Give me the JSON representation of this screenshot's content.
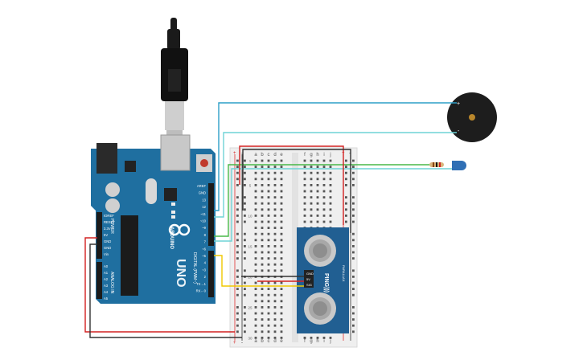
{
  "arduino": {
    "brand": "ARDUINO",
    "model": "UNO",
    "on_label": "ON",
    "tx_label": "TX",
    "rx_label": "RX",
    "l_label": "L",
    "digital_header": [
      "AREF",
      "GND",
      "13",
      "12",
      "~11",
      "~10",
      "~9",
      "8",
      "7",
      "~6",
      "~5",
      "4",
      "~3",
      "2",
      "TX→1",
      "RX←0"
    ],
    "power_header": [
      "IOREF",
      "RESET",
      "3.3V",
      "5V",
      "GND",
      "GND",
      "Vin"
    ],
    "analog_header": [
      "A0",
      "A1",
      "A2",
      "A3",
      "A4",
      "A5"
    ],
    "analog_in_label": "ANALOG IN",
    "power_label": "POWER",
    "digital_label": "DIGITAL (PWM~)"
  },
  "breadboard": {
    "columns_left": [
      "a",
      "b",
      "c",
      "d",
      "e"
    ],
    "columns_right": [
      "f",
      "g",
      "h",
      "i",
      "j"
    ],
    "plus": "+",
    "minus": "-",
    "row_numbers": [
      "1",
      "",
      "",
      "",
      "5",
      "",
      "",
      "",
      "",
      "10",
      "",
      "",
      "",
      "",
      "15",
      "",
      "",
      "",
      "",
      "20",
      "",
      "",
      "",
      "",
      "25",
      "",
      "",
      "",
      "",
      "30"
    ]
  },
  "sensor": {
    "name": "PING)))",
    "pins": [
      "GND",
      "5V",
      "SIG"
    ],
    "brand": "PARALLAX"
  },
  "buzzer": {
    "plus": "+",
    "minus": "-"
  },
  "colors": {
    "board": "#1f6fa0",
    "board_dark": "#185a85",
    "wire_red": "#d22020",
    "wire_black": "#333333",
    "wire_blue": "#2d9fc7",
    "wire_cyan": "#6fd3d6",
    "wire_green": "#48b848",
    "wire_yellow": "#f0c800",
    "breadboard": "#efefef",
    "sensor": "#215f92"
  }
}
